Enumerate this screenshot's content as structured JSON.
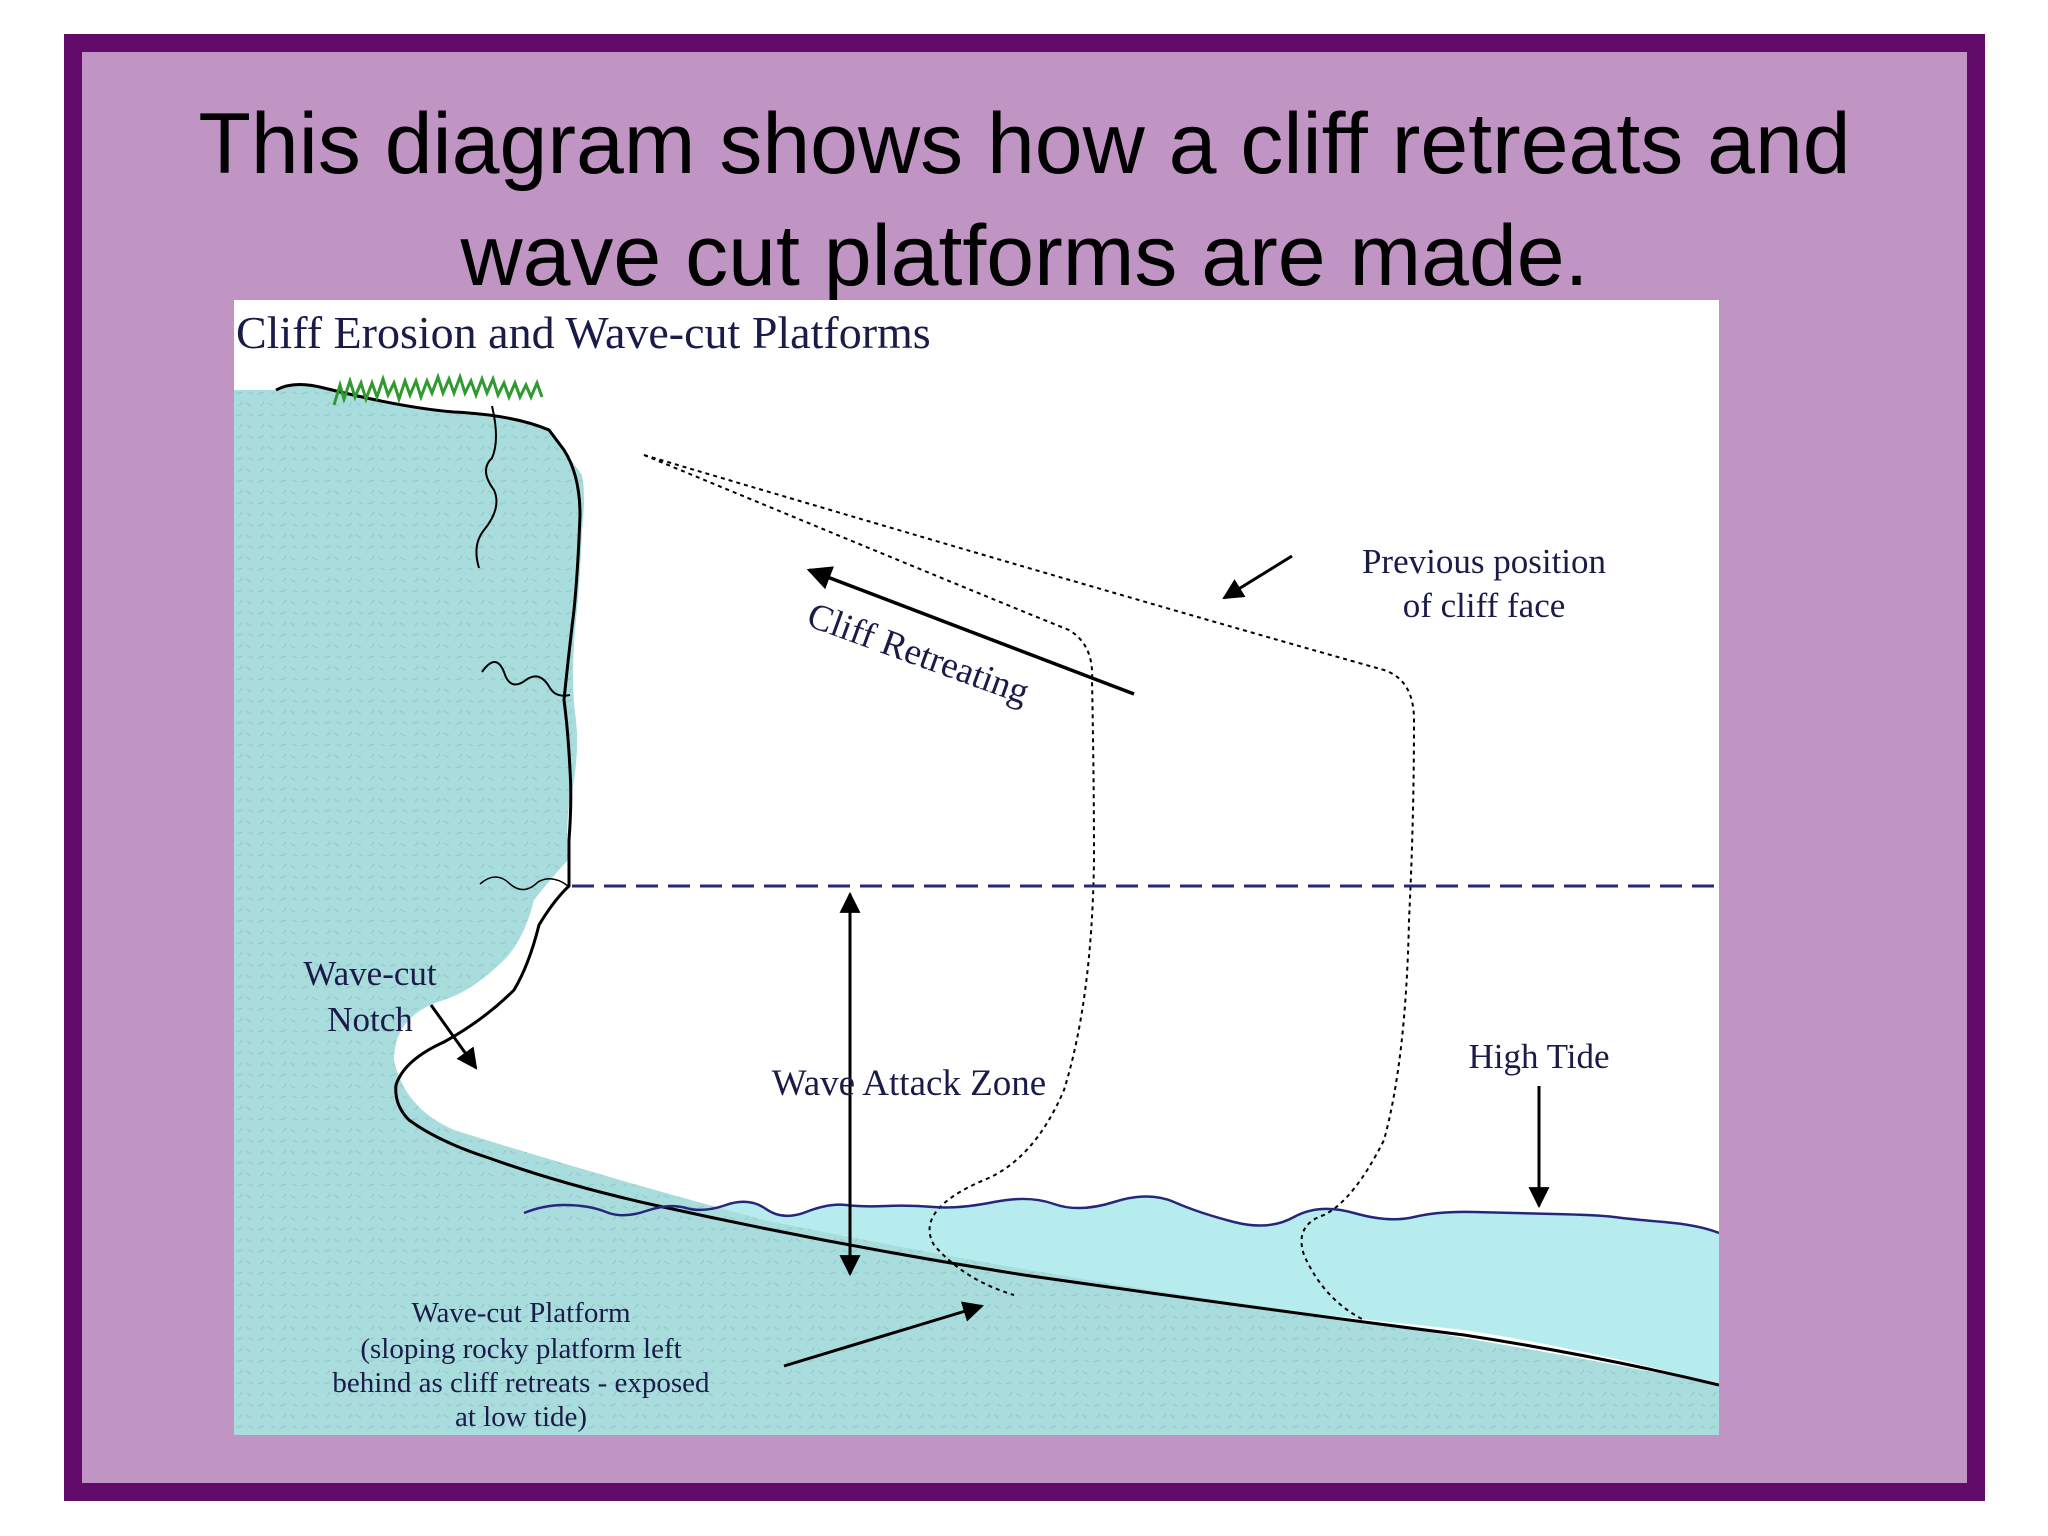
{
  "slide": {
    "title_line1": "This diagram shows how a cliff retreats and",
    "title_line2": "wave cut platforms are made."
  },
  "diagram": {
    "title": "Cliff Erosion and Wave-cut Platforms",
    "labels": {
      "previous_line1": "Previous position",
      "previous_line2": "of cliff face",
      "cliff_retreating": "Cliff Retreating",
      "notch_line1": "Wave-cut",
      "notch_line2": "Notch",
      "wave_attack_zone": "Wave Attack Zone",
      "high_tide": "High Tide",
      "platform_line1": "Wave-cut Platform",
      "platform_line2": "(sloping rocky platform left",
      "platform_line3": "behind as cliff retreats - exposed",
      "platform_line4": "at low tide)"
    }
  },
  "colors": {
    "frame": "#620b6b",
    "panel": "#c195c3",
    "rock": "#a9dcdc",
    "water": "#b7ecef",
    "grass": "#2f9a2f",
    "label_text": "#1b1b4a"
  }
}
